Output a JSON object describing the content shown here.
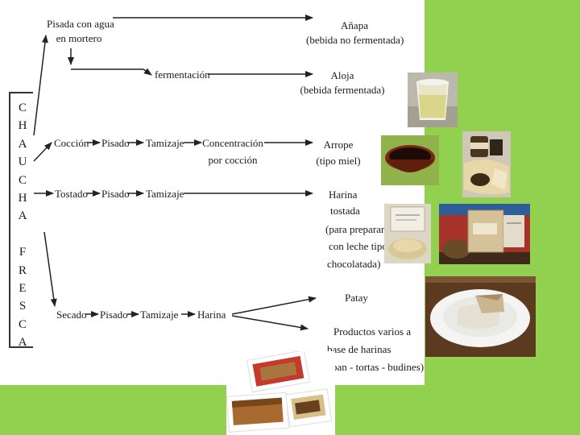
{
  "diagram": {
    "source_letters": [
      "C",
      "H",
      "A",
      "U",
      "C",
      "H",
      "A",
      "",
      "F",
      "R",
      "E",
      "S",
      "C",
      "A"
    ],
    "branch1": {
      "step1": [
        "Pisada con agua",
        "en mortero"
      ],
      "product1": [
        "Añapa",
        "(bebida no fermentada)"
      ],
      "step2": "fermentación",
      "product2": [
        "Aloja",
        "(bebida  fermentada)"
      ]
    },
    "branch2": {
      "steps": [
        "Cocción",
        "Pisado",
        "Tamizaje"
      ],
      "step4": [
        "Concentración",
        "por cocción"
      ],
      "product": [
        "Arrope",
        "(tipo miel)"
      ]
    },
    "branch3": {
      "steps": [
        "Tostado",
        "Pisado",
        "Tamizaje"
      ],
      "product": [
        "Harina",
        "tostada",
        "(para preparar",
        "con leche tipo",
        "chocolatada)"
      ]
    },
    "branch4": {
      "steps": [
        "Secado",
        "Pisado",
        "Tamizaje",
        "Harina"
      ],
      "product1": "Patay",
      "product2": [
        "Productos varios a",
        "base de   harinas",
        "pan - tortas - budines)"
      ]
    }
  },
  "colors": {
    "accent_green": "#92d050",
    "ink": "#1a1a1a"
  },
  "photos": [
    {
      "name": "aloja-glass-photo"
    },
    {
      "name": "arrope-bowl-photo"
    },
    {
      "name": "arrope-jar-photo"
    },
    {
      "name": "harina-bag-photo"
    },
    {
      "name": "harina-packages-photo"
    },
    {
      "name": "patay-plate-photo"
    },
    {
      "name": "budines-photo"
    }
  ]
}
